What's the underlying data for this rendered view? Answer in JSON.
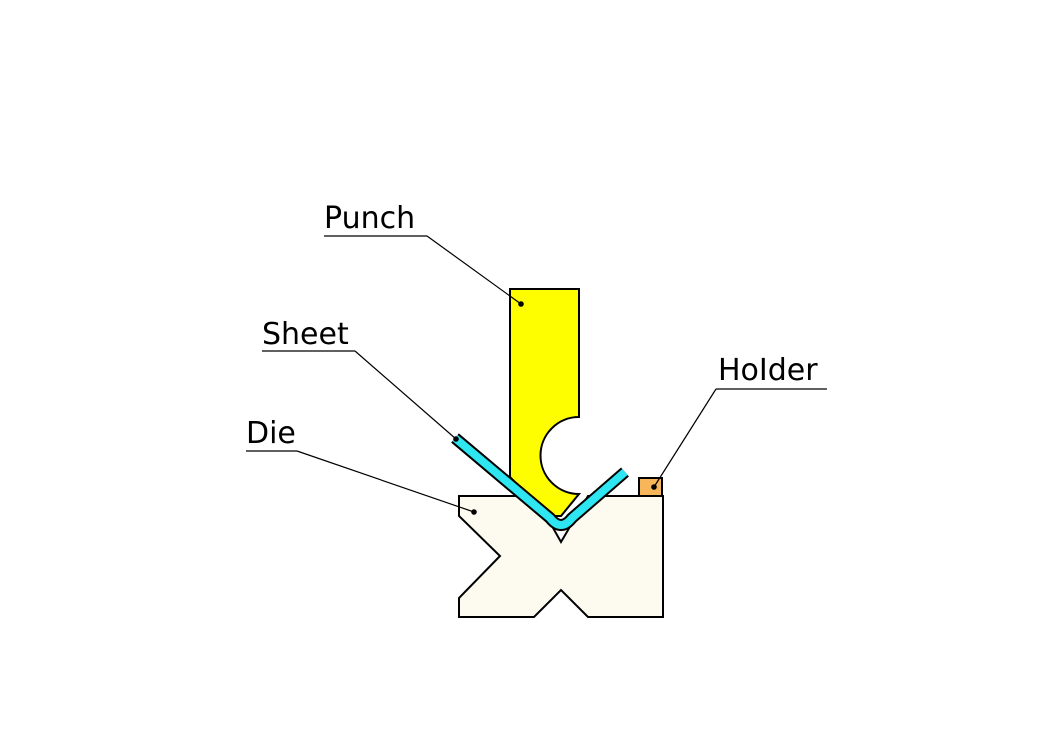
{
  "labels": {
    "punch": "Punch",
    "sheet": "Sheet",
    "die": "Die",
    "holder": "HoIder"
  },
  "colors": {
    "punch": "#fefe00",
    "sheet": "#2ee6f2",
    "die": "#fdfaf0",
    "holder": "#f7b65a",
    "outline": "#000000"
  }
}
